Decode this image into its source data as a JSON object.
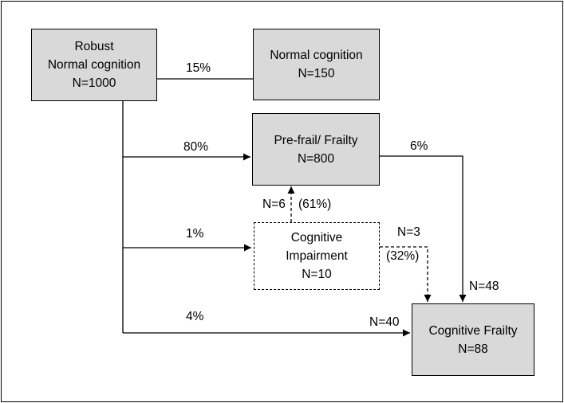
{
  "boxes": {
    "robust": {
      "lines": [
        "Robust",
        "Normal cognition",
        "N=1000"
      ]
    },
    "normal_cognition": {
      "lines": [
        "Normal cognition",
        "N=150"
      ]
    },
    "prefrail": {
      "lines": [
        "Pre-frail/ Frailty",
        "N=800"
      ]
    },
    "cognitive_impairment": {
      "lines": [
        "Cognitive",
        "Impairment",
        "N=10"
      ]
    },
    "cognitive_frailty": {
      "lines": [
        "Cognitive Frailty",
        "N=88"
      ]
    }
  },
  "labels": {
    "to_normal_pct": "15%",
    "to_prefrail_pct": "80%",
    "prefrail_to_cf_pct": "6%",
    "ci_to_prefrail_n": "N=6",
    "ci_to_prefrail_pct": "(61%)",
    "to_ci_pct": "1%",
    "ci_to_cf_n": "N=3",
    "ci_to_cf_pct": "(32%)",
    "prefrail_to_cf_n": "N=48",
    "to_cf_pct": "4%",
    "to_cf_n": "N=40"
  },
  "colors": {
    "box_fill": "#d9d9d9",
    "stroke": "#000000",
    "background": "#ffffff"
  }
}
